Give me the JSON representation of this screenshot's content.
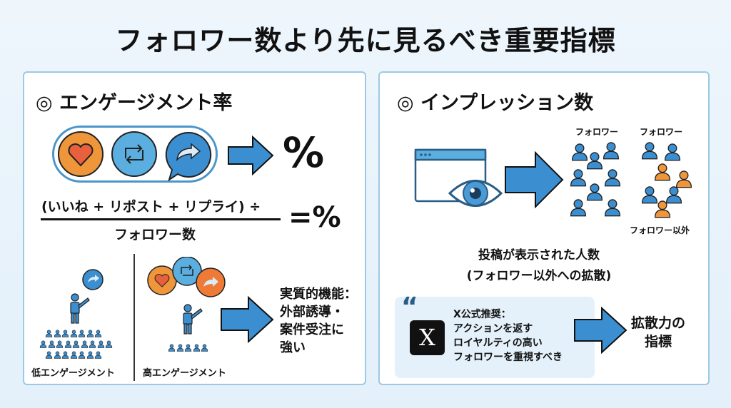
{
  "title": "フォロワー数より先に見るべき重要指標",
  "left": {
    "heading": "◎ エンゲージメント率",
    "percent": "%",
    "formula_numerator": "(いいね + リポスト + リプライ) ÷",
    "formula_denominator": "フォロワー数",
    "formula_result": "=%",
    "low_label": "低エンゲージメント",
    "high_label": "高エンゲージメント",
    "result_text": [
      "実質的機能：",
      "外部誘導・",
      "案件受注に",
      "強い"
    ]
  },
  "right": {
    "heading": "◎ インプレッション数",
    "follower_label_1": "フォロワー",
    "follower_label_2": "フォロワー",
    "non_follower_label": "フォロワー以外",
    "caption_1": "投稿が表示された人数",
    "caption_2": "(フォロワー以外への拡散)",
    "quote_mark": "“",
    "x_logo": "X",
    "quote_lines": [
      "X公式推奨：",
      "アクションを返す",
      "ロイヤルティの高い",
      "フォロワーを重視すべき"
    ],
    "result_lines": [
      "拡散力の",
      "指標"
    ]
  },
  "colors": {
    "blue": "#3b8fd0",
    "orange": "#f0963a",
    "border": "#9cc9e4"
  }
}
